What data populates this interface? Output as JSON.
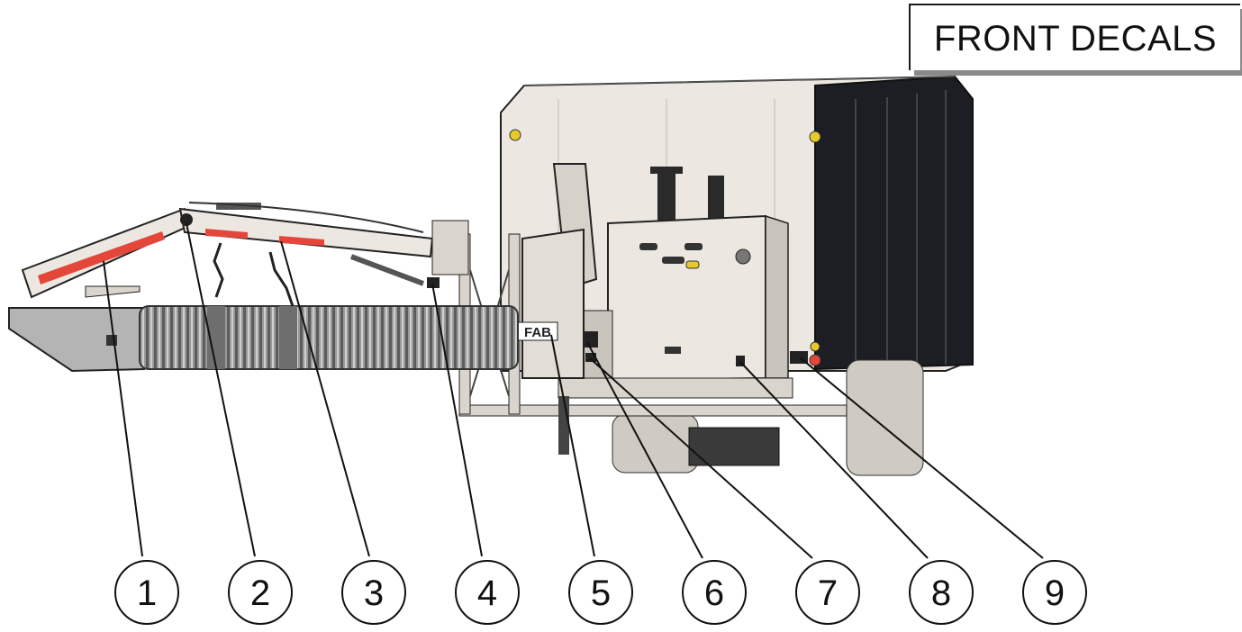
{
  "title": "FRONT DECALS",
  "callouts": [
    {
      "label": "1",
      "part": "decal-1"
    },
    {
      "label": "2",
      "part": "decal-2"
    },
    {
      "label": "3",
      "part": "decal-3"
    },
    {
      "label": "4",
      "part": "decal-4"
    },
    {
      "label": "5",
      "part": "decal-5"
    },
    {
      "label": "6",
      "part": "decal-6"
    },
    {
      "label": "7",
      "part": "decal-7"
    },
    {
      "label": "8",
      "part": "decal-8"
    },
    {
      "label": "9",
      "part": "decal-9"
    }
  ],
  "logo_text": "FAB",
  "colors": {
    "body": "#ece8e1",
    "panel_dark": "#1d1e24",
    "reflector_red": "#e4473a",
    "hose": "#8c8c8c",
    "outline": "#222222"
  }
}
